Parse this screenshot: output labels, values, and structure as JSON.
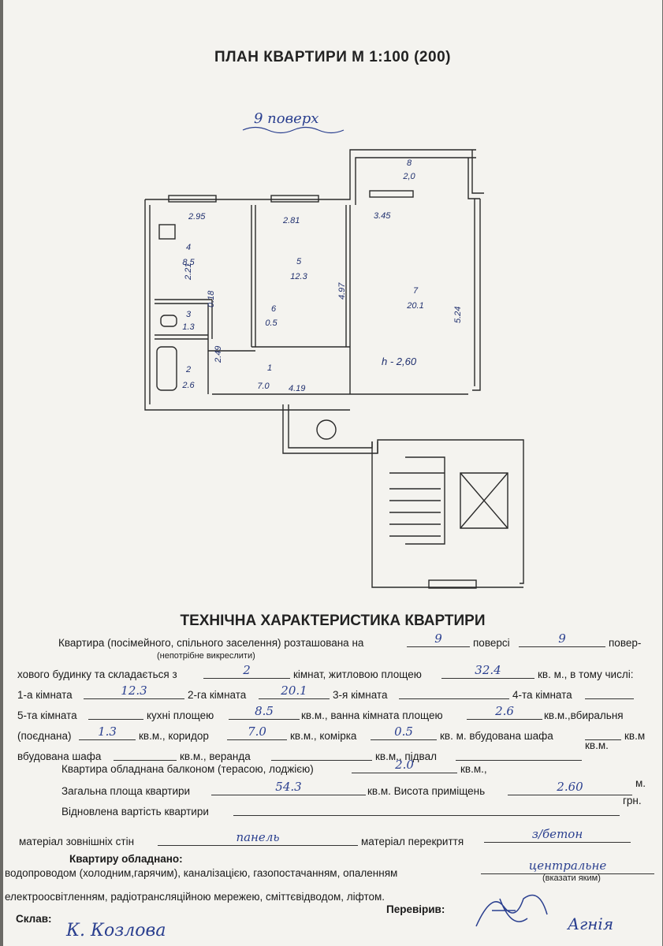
{
  "header": {
    "title": "ПЛАН КВАРТИРИ М 1:100 (200)",
    "floor_note": "9 поверх"
  },
  "plan": {
    "rooms": [
      {
        "num": "8",
        "area": "2,0"
      },
      {
        "num": "4",
        "area": "8.5"
      },
      {
        "num": "5",
        "area": "12.3"
      },
      {
        "num": "7",
        "area": "20.1"
      },
      {
        "num": "6",
        "area": "0.5"
      },
      {
        "num": "3",
        "area": "1.3"
      },
      {
        "num": "2",
        "area": "2.6"
      },
      {
        "num": "1",
        "area": "7.0"
      }
    ],
    "dims": [
      "2.95",
      "2.81",
      "3.45",
      "2.21",
      "4.97",
      "5.24",
      "0.18",
      "2.49",
      "4.19"
    ],
    "height_note": "h - 2,60"
  },
  "specs": {
    "heading": "ТЕХНІЧНА ХАРАКТЕРИСТИКА КВАРТИРИ",
    "l1_a": "Квартира (посімейного, спільного заселення) розташована на",
    "l1_b": "поверсі",
    "l1_c": "повер-",
    "l1_v1": "9",
    "l1_v2": "9",
    "l1_note": "(непотрібне викреслити)",
    "l2_a": "хового будинку та складається з",
    "l2_b": "кімнат, житловою площею",
    "l2_c": "кв. м., в тому числі:",
    "l2_v1": "2",
    "l2_v2": "32.4",
    "l3_a": "1-а кімната",
    "l3_b": "2-га кімната",
    "l3_c": "3-я кімната",
    "l3_d": "4-та кімната",
    "l3_v1": "12.3",
    "l3_v2": "20.1",
    "l4_a": "5-та кімната",
    "l4_b": "кухні площею",
    "l4_c": "кв.м., ванна кімната площею",
    "l4_d": "кв.м.,вбиральня",
    "l4_v1": "8.5",
    "l4_v2": "2.6",
    "l5_a": "(поєднана)",
    "l5_b": "кв.м., коридор",
    "l5_c": "кв.м., комірка",
    "l5_d": "кв. м. вбудована шафа",
    "l5_e": "кв.м",
    "l5_v1": "1.3",
    "l5_v2": "7.0",
    "l5_v3": "0.5",
    "l6_a": "вбудована шафа",
    "l6_b": "кв.м., веранда",
    "l6_c": "кв.м., підвал",
    "l6_d": "кв.м.",
    "l7_a": "Квартира обладнана балконом (терасою, лоджією)",
    "l7_b": "кв.м.,",
    "l7_v1": "2.0",
    "l8_a": "Загальна площа квартири",
    "l8_b": "кв.м. Висота приміщень",
    "l8_c": "м.",
    "l8_v1": "54.3",
    "l8_v2": "2.60",
    "l9_a": "Відновлена вартість квартири",
    "l9_b": "грн.",
    "l10_a": "матеріал зовнішніх стін",
    "l10_b": "матеріал перекриття",
    "l10_v1": "панель",
    "l10_v2": "з/бетон",
    "equip_heading": "Квартиру обладнано:",
    "l11_a": "водопроводом (холодним,гарячим), каналізацією, газопостачанням, опаленням",
    "l11_v1": "центральне",
    "l11_note": "(вказати яким)",
    "l12_a": "електроосвітленням, радіотрансляційною мережею, сміттєвідводом, ліфтом.",
    "sklav": "Склав:",
    "sklav_sign": "К. Козлова",
    "pereviryv": "Перевірив:",
    "pereviryv_sign": "Агнія"
  }
}
